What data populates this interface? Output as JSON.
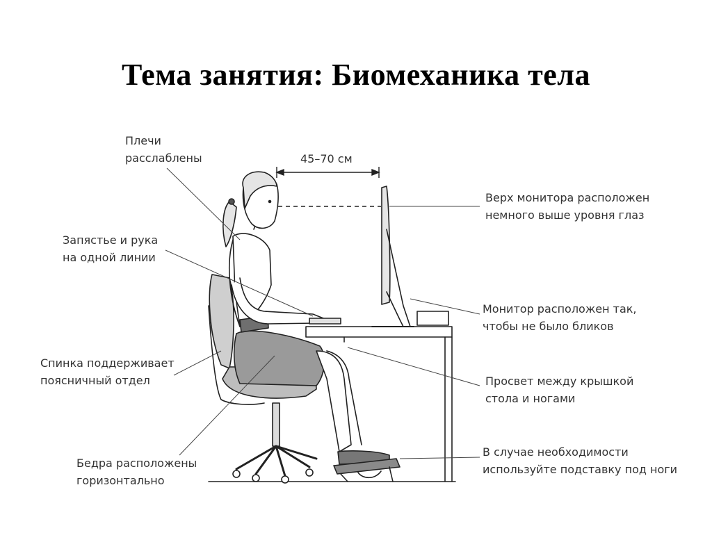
{
  "title": "Тема занятия: Биомеханика тела",
  "distance_label": "45–70 см",
  "labels": {
    "shoulders": [
      "Плечи",
      "расслаблены"
    ],
    "wrist": [
      "Запястье и рука",
      "на одной линии"
    ],
    "back": [
      "Спинка поддерживает",
      "поясничный отдел"
    ],
    "hips": [
      "Бедра расположены",
      "горизонтально"
    ],
    "monitor_top": [
      "Верх монитора расположен",
      "немного выше уровня глаз"
    ],
    "monitor_glare": [
      "Монитор расположен так,",
      "чтобы не было бликов"
    ],
    "clearance": [
      "Просвет между крышкой",
      "стола и ногами"
    ],
    "footrest": [
      "В случае необходимости",
      "используйте подставку под ноги"
    ]
  }
}
